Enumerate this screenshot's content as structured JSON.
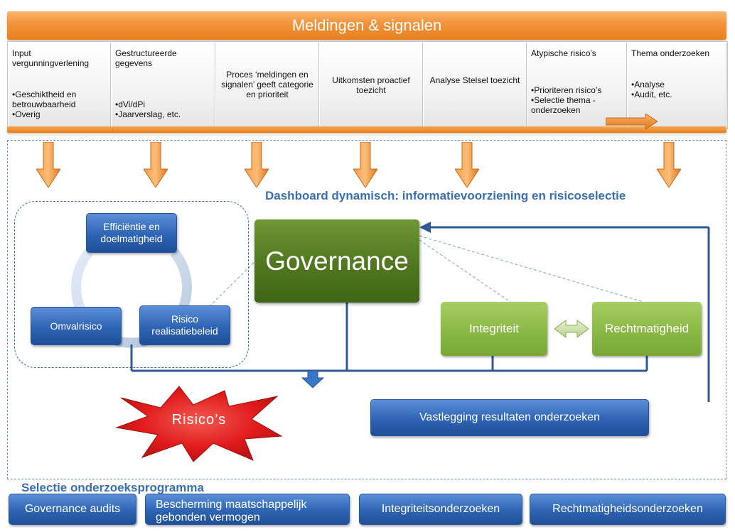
{
  "header": {
    "title": "Meldingen & signalen"
  },
  "columns": [
    {
      "title": "Input vergunningverlening",
      "bullets": [
        "Geschiktheid en betrouwbaarheid",
        "Overig"
      ]
    },
    {
      "title": "Gestructureerde gegevens",
      "bullets": [
        "dVi/dPi",
        "Jaarverslag, etc."
      ]
    },
    {
      "title": "Proces ‘meldingen en signalen’ geeft categorie en prioriteit",
      "bullets": []
    },
    {
      "title": "Uitkomsten proactief toezicht",
      "bullets": []
    },
    {
      "title": "Analyse Stelsel toezicht",
      "bullets": []
    },
    {
      "title": "Atypische risico’s",
      "bullets": [
        "Prioriteren risico’s",
        "Selectie thema - onderzoeken"
      ]
    },
    {
      "title": "Thema onderzoeken",
      "bullets": [
        "Analyse",
        "Audit, etc."
      ]
    }
  ],
  "dashboard": {
    "title": "Dashboard dynamisch: informatievoorziening en risicoselectie"
  },
  "cycle": {
    "top": "Efficiëntie en doelmatigheid",
    "right": "Risico realisatiebeleid",
    "left": "Omvalrisico"
  },
  "governance": {
    "label": "Governance"
  },
  "integriteit": {
    "label": "Integriteit"
  },
  "rechtmatigheid": {
    "label": "Rechtmatigheid"
  },
  "risicos": {
    "label": "Risico’s"
  },
  "vastlegging": {
    "label": "Vastlegging resultaten onderzoeken"
  },
  "selectie": {
    "title": "Selectie onderzoeksprogramma",
    "buttons": [
      "Governance audits",
      "Bescherming maatschappelijk gebonden vermogen",
      "Integriteitsonderzoeken",
      "Rechtmatigheidsonderzoeken"
    ]
  },
  "colors": {
    "orange": "#f2923a",
    "blue": "#2e64b4",
    "green_dark": "#50771f",
    "green_light": "#8ab845",
    "red": "#e11b1b",
    "title_blue": "#3b6fb3"
  }
}
